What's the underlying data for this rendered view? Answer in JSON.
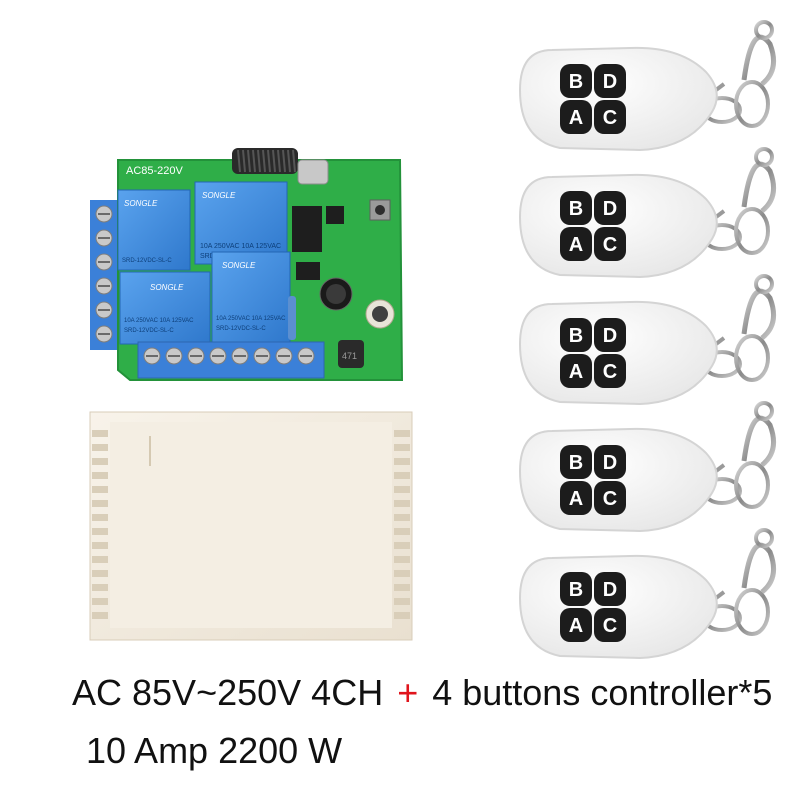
{
  "board": {
    "voltage_silk": "AC85-220V",
    "relay_brand": "SONGLE",
    "relay_model": "SRD-12VDC-SL-C",
    "relay_specs": "10A 250VAC 10A 125VAC",
    "resistor_code": "471"
  },
  "remote": {
    "buttons": [
      "A",
      "B",
      "C",
      "D"
    ],
    "count": 5
  },
  "caption": {
    "line1_left": "AC 85V~250V 4CH",
    "plus": "+",
    "line1_right": "4 buttons controller*5",
    "line2": "10 Amp 2200 W"
  },
  "colors": {
    "pcb": "#2fae48",
    "relay": "#3f8fe0",
    "terminal": "#3b80d8",
    "case": "#f3ecdf",
    "remote_shell": "#f7f7f7",
    "remote_button": "#1c1c1c",
    "accent_plus": "#e0141c"
  }
}
